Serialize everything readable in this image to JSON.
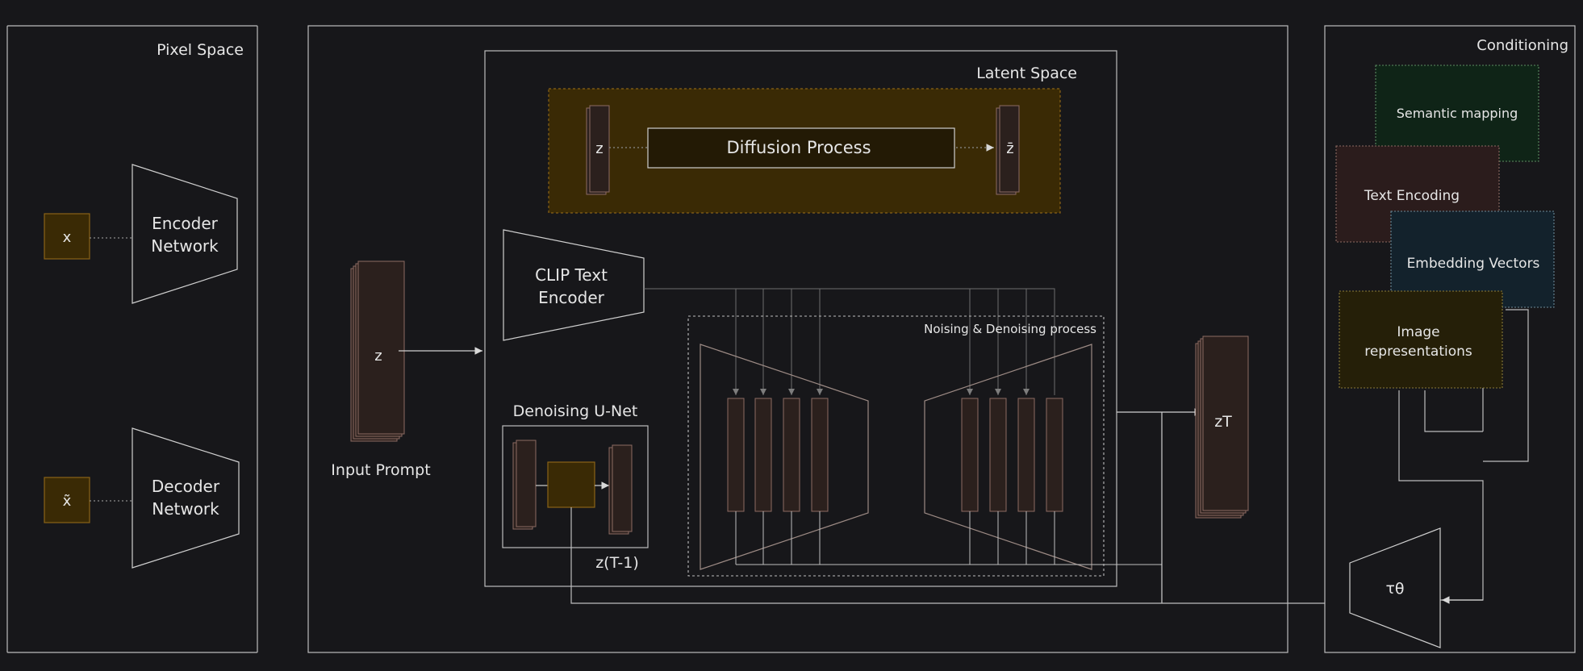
{
  "panels": {
    "pixel_space": "Pixel Space",
    "latent_space": "Latent Space",
    "conditioning": "Conditioning"
  },
  "pixel": {
    "x": "x",
    "x_tilde": "x̃",
    "encoder": [
      "Encoder",
      "Network"
    ],
    "decoder": [
      "Decoder",
      "Network"
    ]
  },
  "latent": {
    "z_in": "z",
    "diffusion_process": "Diffusion Process",
    "z_out": "z̄",
    "clip": [
      "CLIP Text",
      "Encoder"
    ],
    "denoising_unet": "Denoising U-Net",
    "z_t_minus_1": "z(T-1)",
    "noising_denoising": "Noising & Denoising process"
  },
  "input": {
    "z": "z",
    "label": "Input Prompt"
  },
  "output": {
    "zt": "zT"
  },
  "conditioning": {
    "semantic_mapping": "Semantic mapping",
    "text_encoding": "Text Encoding",
    "embedding_vectors": "Embedding Vectors",
    "image_representations": [
      "Image",
      "representations"
    ],
    "tau": "τθ"
  },
  "colors": {
    "background": "#17171a",
    "border": "#bdbdbd",
    "orange_fill": "#3a2a05",
    "orange_stroke": "#8a6318",
    "stack_fill": "#2b201d",
    "stack_stroke": "#8c6b63",
    "green_fill": "#0f2417",
    "red_fill": "#2b1c1c",
    "blue_fill": "#13222c",
    "olive_fill": "#251f08"
  }
}
